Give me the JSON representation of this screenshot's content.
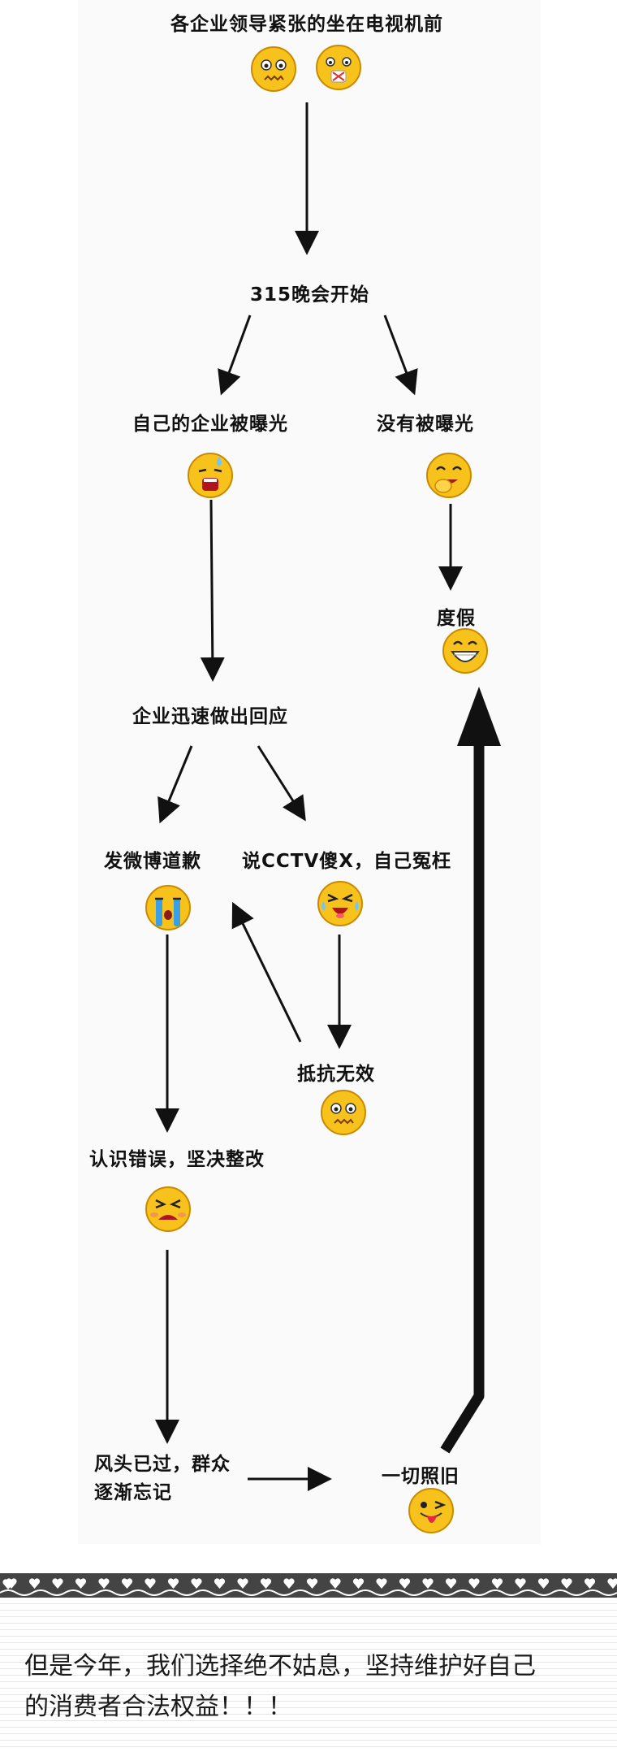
{
  "flow": {
    "nodes": {
      "start": "各企业领导紧张的坐在电视机前",
      "gala": "315晚会开始",
      "exposed": "自己的企业被曝光",
      "not_exposed": "没有被曝光",
      "vacation": "度假",
      "respond": "企业迅速做出回应",
      "apology": "发微博道歉",
      "blame": "说CCTV傻X，自己冤枉",
      "resist": "抵抗无效",
      "admit": "认识错误，坚决整改",
      "fade_line1": "风头已过，群众",
      "fade_line2": "逐渐忘记",
      "as_before": "一切照旧"
    },
    "faces": [
      "nervous-face-icon",
      "zipped-mouth-face-icon",
      "sweating-shocked-face-icon",
      "covering-mouth-laughing-face-icon",
      "grinning-face-icon",
      "crying-face-icon",
      "angry-tears-face-icon",
      "worried-face-icon",
      "frustrated-face-icon",
      "winking-tongue-face-icon"
    ]
  },
  "footer": {
    "line1": "但是今年，我们选择绝不姑息，坚持维护好自己",
    "line2": "的消费者合法权益！！！"
  },
  "colors": {
    "emoji_yellow": "#f8c21c",
    "emoji_outline": "#c98a00",
    "arrow": "#111111",
    "divider": "#444444"
  }
}
